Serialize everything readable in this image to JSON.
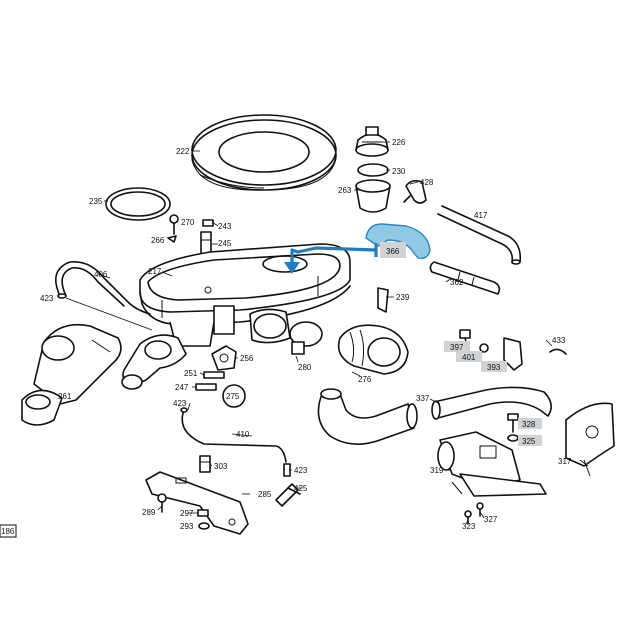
{
  "diagram": {
    "page_ref": "186",
    "highlight_color": "#1f7cc4",
    "highlight_fill": "#8fc9e6",
    "callouts": {
      "p222": "222",
      "p226": "226",
      "p230": "230",
      "p263": "263",
      "p428": "428",
      "p235": "235",
      "p270": "270",
      "p243": "243",
      "p266": "266",
      "p245": "245",
      "p417": "417",
      "p366": "366",
      "p406": "406",
      "p217": "217",
      "p362": "362",
      "p423a": "423",
      "p239": "239",
      "p397": "397",
      "p401": "401",
      "p393": "393",
      "p433": "433",
      "p261": "261",
      "p256": "256",
      "p280": "280",
      "p276": "276",
      "p251": "251",
      "p247": "247",
      "p275": "275",
      "p423b": "423",
      "p337": "337",
      "p328": "328",
      "p325": "325",
      "p410": "410",
      "p317": "317",
      "p303": "303",
      "p319": "319",
      "p423c": "423",
      "p425": "425",
      "p285": "285",
      "p289": "289",
      "p297": "297",
      "p293": "293",
      "p323": "323",
      "p327": "327"
    }
  }
}
